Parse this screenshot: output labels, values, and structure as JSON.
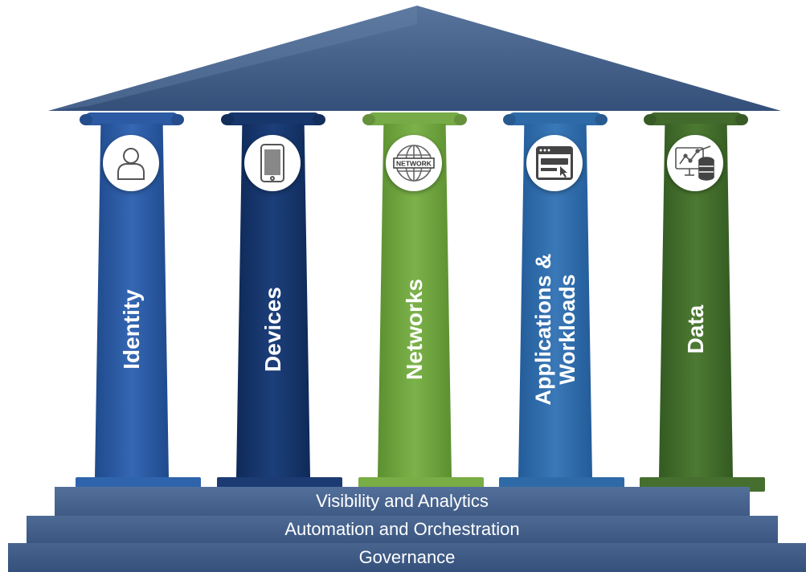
{
  "pillars": [
    {
      "label": "Identity",
      "icon": "person-icon",
      "color": "#2c5aa3"
    },
    {
      "label": "Devices",
      "icon": "tablet-icon",
      "color": "#17366b"
    },
    {
      "label": "Networks",
      "icon": "network-globe-icon",
      "color": "#6da03c"
    },
    {
      "label": "Applications &\nWorkloads",
      "icon": "application-window-icon",
      "color": "#2f6aa8"
    },
    {
      "label": "Data",
      "icon": "data-analytics-icon",
      "color": "#426a2c"
    }
  ],
  "foundation": [
    "Visibility and Analytics",
    "Automation and Orchestration",
    "Governance"
  ],
  "colors": {
    "roof": "#3c5a83",
    "foundation": "#48658f"
  }
}
